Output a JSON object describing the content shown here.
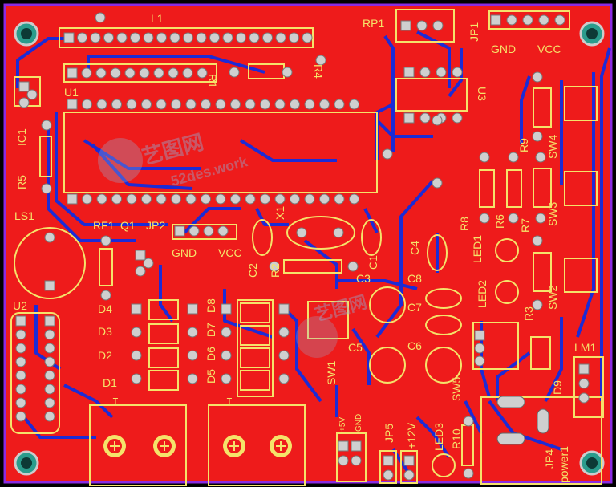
{
  "board": {
    "colors": {
      "substrate": "#ee1b1b",
      "trace": "#1c2bd6",
      "silk": "#f5e36a",
      "pad": "#cfcfcf",
      "via": "#2f8f8f",
      "border": "#8a2be2"
    }
  },
  "labels": {
    "L1": "L1",
    "RP1": "RP1",
    "JP1": "JP1",
    "GND_top": "GND",
    "VCC_top": "VCC",
    "R1": "R1",
    "R4": "R4",
    "U1": "U1",
    "U3": "U3",
    "IC1": "IC1",
    "R5": "R5",
    "R9": "R9",
    "SW4": "SW4",
    "SW3": "SW3",
    "SW2": "SW2",
    "R8": "R8",
    "R6": "R6",
    "R7": "R7",
    "LED1": "LED1",
    "LED2": "LED2",
    "R3": "R3",
    "LS1": "LS1",
    "RF1": "RF1",
    "Q1": "Q1",
    "JP2": "JP2",
    "GND_jp2": "GND",
    "VCC_jp2": "VCC",
    "X1": "X1",
    "C2": "C2",
    "R2": "R2",
    "C1": "C1",
    "C3": "C3",
    "C4": "C4",
    "C8": "C8",
    "C7": "C7",
    "C6": "C6",
    "C5": "C5",
    "U2": "U2",
    "D4": "D4",
    "D3": "D3",
    "D2": "D2",
    "D1": "D1",
    "D8": "D8",
    "D7": "D7",
    "D6": "D6",
    "D5": "D5",
    "SW1": "SW1",
    "SW5": "SW5",
    "R10": "R10",
    "LED3": "LED3",
    "JP5": "JP5",
    "JP5_v": "+5V",
    "JP5_gnd": "GND",
    "12V": "+12V",
    "D9": "D9",
    "LM1": "LM1",
    "JP4": "JP4",
    "power1": "power1",
    "one_a": "1",
    "one_b": "1"
  },
  "watermark": {
    "text": "52des.work",
    "brand": "艺图网"
  }
}
